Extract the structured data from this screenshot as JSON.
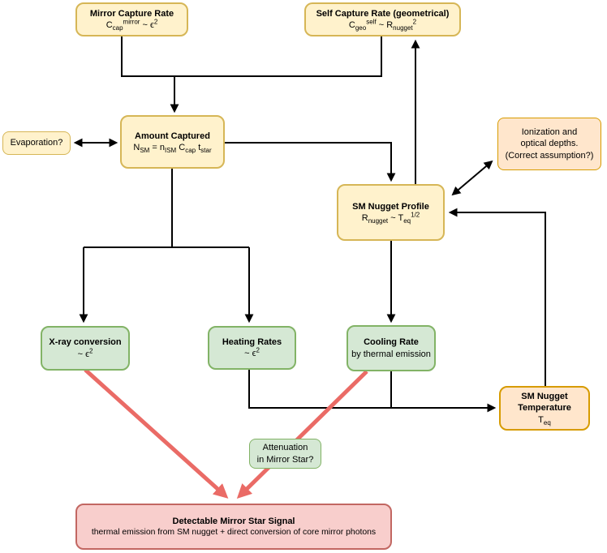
{
  "diagram": {
    "background": "#ffffff"
  },
  "colors": {
    "background": "#ffffff",
    "yellow_fill": "#fff2cc",
    "yellow_stroke": "#d6b656",
    "orange_fill": "#ffe6cc",
    "orange_stroke": "#d79b00",
    "green_fill": "#d5e8d4",
    "green_stroke": "#82b366",
    "pink_fill": "#f8cecc",
    "pink_stroke": "#c26762",
    "arrow_black": "#000000",
    "arrow_red": "#ea6b66"
  },
  "nodes": {
    "mirror_capture_rate": {
      "title": "Mirror Capture Rate",
      "formula": [
        {
          "t": "C"
        },
        {
          "t": "cap",
          "s": "sub"
        },
        {
          "t": "mirror",
          "s": "sup"
        },
        {
          "t": " ~ "
        },
        {
          "t": "ϵ"
        },
        {
          "t": "2",
          "s": "sup"
        }
      ]
    },
    "self_capture_rate": {
      "title": "Self Capture Rate (geometrical)",
      "formula": [
        {
          "t": "C"
        },
        {
          "t": "geo",
          "s": "sub"
        },
        {
          "t": "self",
          "s": "sup"
        },
        {
          "t": " ~ "
        },
        {
          "t": "R"
        },
        {
          "t": "nugget",
          "s": "sub"
        },
        {
          "t": "2",
          "s": "sup"
        }
      ]
    },
    "evaporation": {
      "label": "Evaporation?"
    },
    "amount_captured": {
      "title": "Amount Captured",
      "formula": [
        {
          "t": "N"
        },
        {
          "t": "SM",
          "s": "sub"
        },
        {
          "t": " = n"
        },
        {
          "t": "ISM",
          "s": "sub"
        },
        {
          "t": " C"
        },
        {
          "t": "cap",
          "s": "sub"
        },
        {
          "t": " t"
        },
        {
          "t": "star",
          "s": "sub"
        }
      ]
    },
    "ionization": {
      "lines": [
        "Ionization and",
        "optical depths.",
        "(Correct assumption?)"
      ]
    },
    "sm_nugget_profile": {
      "title": "SM Nugget Profile",
      "formula": [
        {
          "t": "R"
        },
        {
          "t": "nugget",
          "s": "sub"
        },
        {
          "t": " ~ T"
        },
        {
          "t": "eq",
          "s": "sub"
        },
        {
          "t": "1/2",
          "s": "sup"
        }
      ]
    },
    "x_ray_conversion": {
      "title": "X-ray conversion",
      "formula": [
        {
          "t": "~ "
        },
        {
          "t": "ϵ"
        },
        {
          "t": "2",
          "s": "sup"
        }
      ]
    },
    "heating_rates": {
      "title": "Heating Rates",
      "formula": [
        {
          "t": "~ "
        },
        {
          "t": "ϵ"
        },
        {
          "t": "2",
          "s": "sup"
        }
      ]
    },
    "cooling_rate": {
      "title": "Cooling Rate",
      "subtitle": "by thermal emission"
    },
    "sm_nugget_temperature": {
      "title_lines": [
        "SM Nugget",
        "Temperature"
      ],
      "formula": [
        {
          "t": "T"
        },
        {
          "t": "eq",
          "s": "sub"
        }
      ]
    },
    "attenuation": {
      "lines": [
        "Attenuation",
        "in Mirror Star?"
      ]
    },
    "detectable_signal": {
      "title": "Detectable Mirror Star Signal",
      "subtitle": "thermal emission from SM nugget + direct conversion of core mirror photons"
    }
  }
}
